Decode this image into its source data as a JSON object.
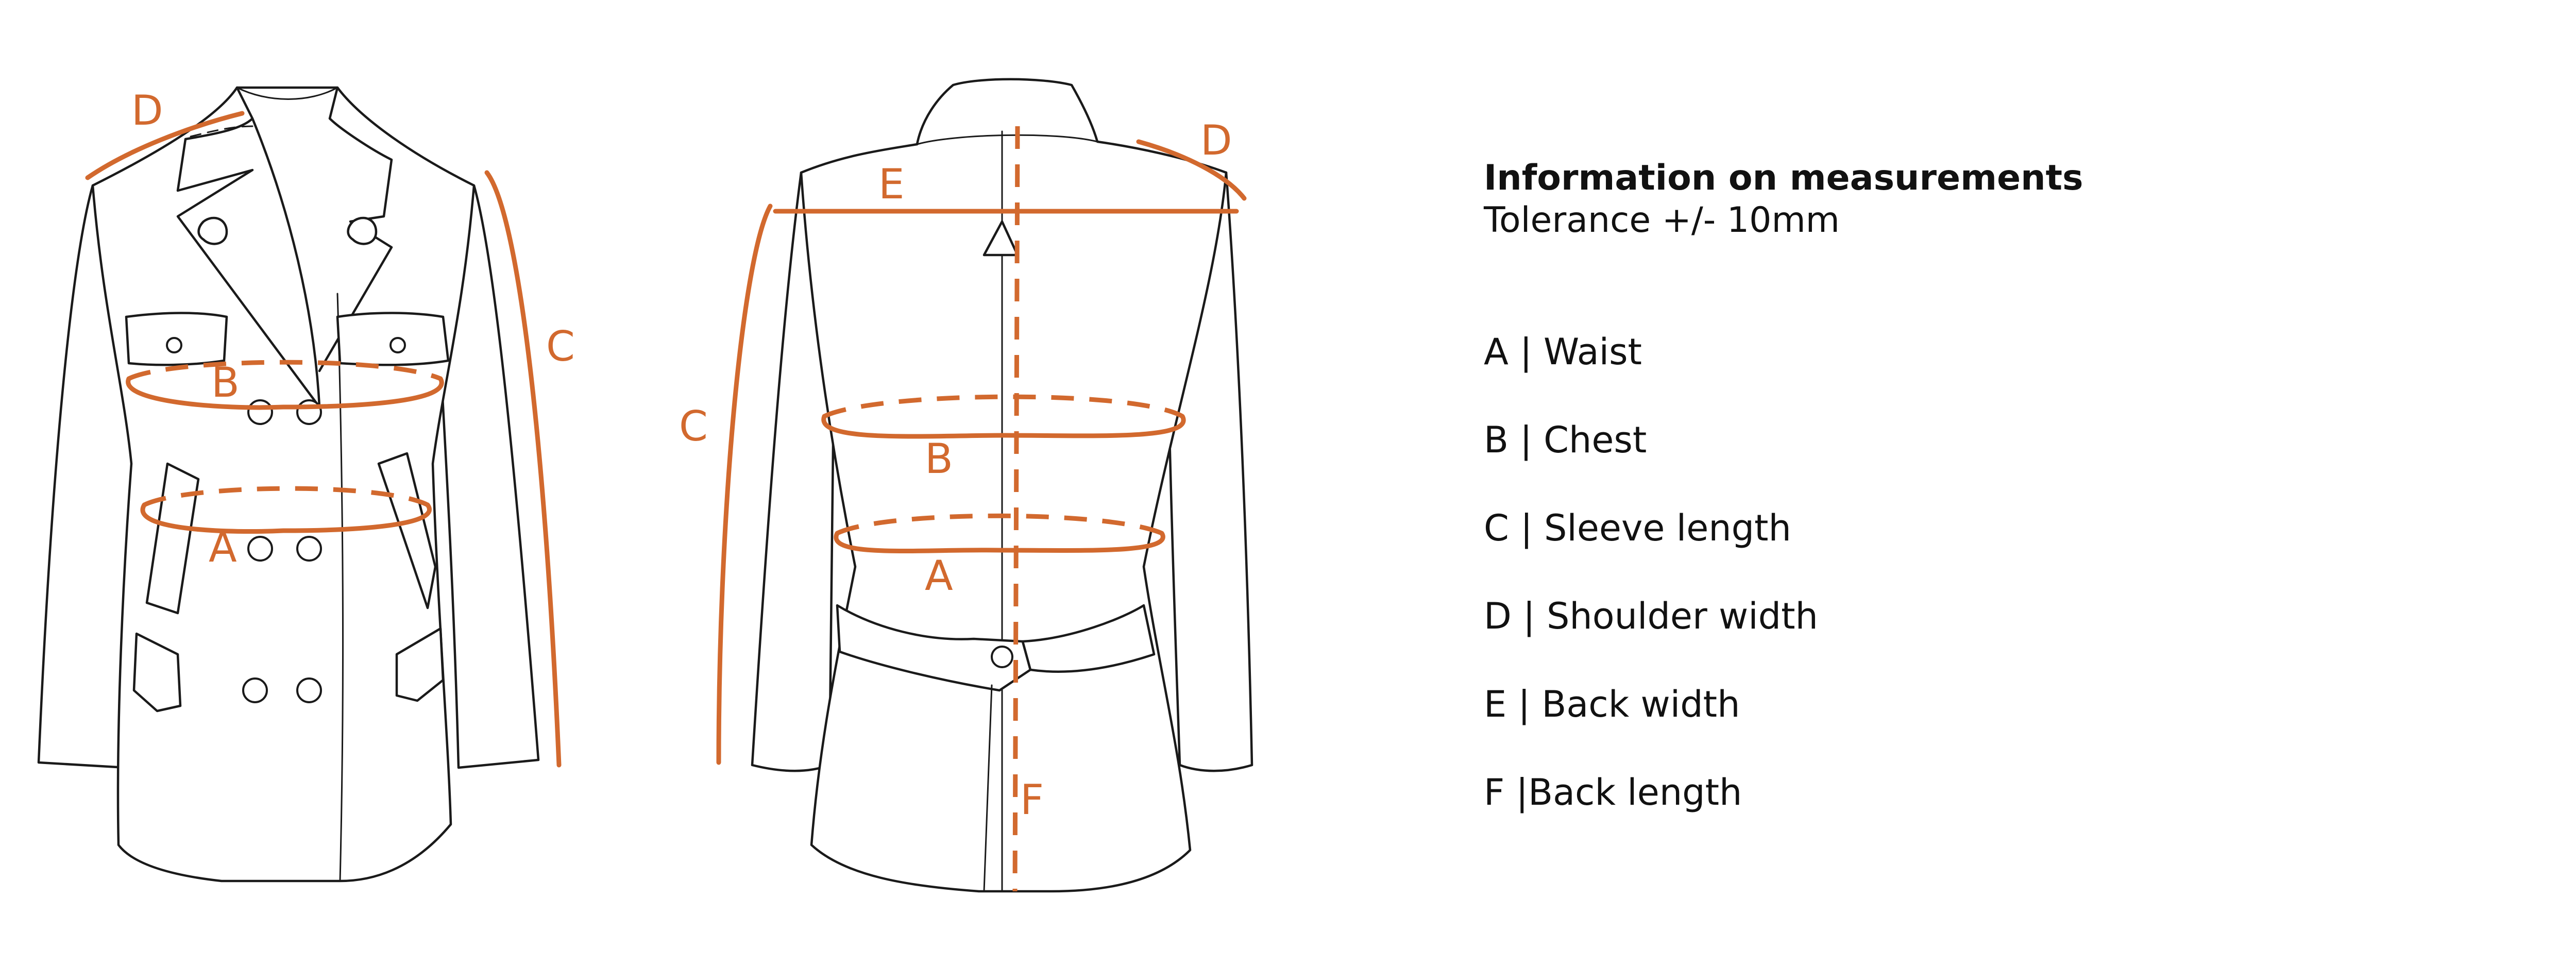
{
  "info": {
    "title": "Information on measurements",
    "subtitle": "Tolerance +/- 10mm",
    "items": [
      {
        "key": "A",
        "sep": " | ",
        "label": "Waist"
      },
      {
        "key": "B",
        "sep": " | ",
        "label": "Chest"
      },
      {
        "key": "C",
        "sep": " | ",
        "label": "Sleeve length"
      },
      {
        "key": "D",
        "sep": " | ",
        "label": "Shoulder width"
      },
      {
        "key": "E",
        "sep": " | ",
        "label": "Back width"
      },
      {
        "key": "F",
        "sep": " |",
        "label": "Back length"
      }
    ]
  },
  "markers": {
    "front": {
      "a": "A",
      "b": "B",
      "c": "C",
      "d": "D"
    },
    "back": {
      "a": "A",
      "b": "B",
      "c": "C",
      "d": "D",
      "e": "E",
      "f": "F"
    }
  },
  "colors": {
    "measurement": "#d2692e",
    "outline": "#1a1a1a",
    "text": "#111111"
  }
}
